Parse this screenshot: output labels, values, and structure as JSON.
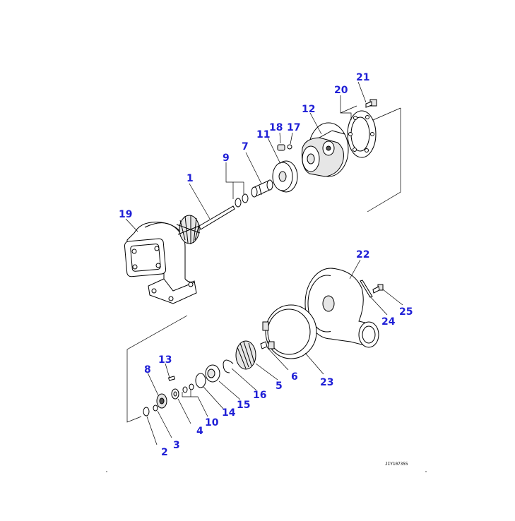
{
  "diagram": {
    "callout_color": "#1f1fd6",
    "line_color": "#000000",
    "drawing_code": "JIY107355",
    "callouts": [
      {
        "id": "1",
        "text": "1"
      },
      {
        "id": "2",
        "text": "2"
      },
      {
        "id": "3",
        "text": "3"
      },
      {
        "id": "4",
        "text": "4"
      },
      {
        "id": "5",
        "text": "5"
      },
      {
        "id": "6",
        "text": "6"
      },
      {
        "id": "7",
        "text": "7"
      },
      {
        "id": "8",
        "text": "8"
      },
      {
        "id": "9",
        "text": "9"
      },
      {
        "id": "10",
        "text": "10"
      },
      {
        "id": "11",
        "text": "11"
      },
      {
        "id": "12",
        "text": "12"
      },
      {
        "id": "13",
        "text": "13"
      },
      {
        "id": "14",
        "text": "14"
      },
      {
        "id": "15",
        "text": "15"
      },
      {
        "id": "16",
        "text": "16"
      },
      {
        "id": "17",
        "text": "17"
      },
      {
        "id": "18",
        "text": "18"
      },
      {
        "id": "19",
        "text": "19"
      },
      {
        "id": "20",
        "text": "20"
      },
      {
        "id": "21",
        "text": "21"
      },
      {
        "id": "22",
        "text": "22"
      },
      {
        "id": "23",
        "text": "23"
      },
      {
        "id": "24",
        "text": "24"
      },
      {
        "id": "25",
        "text": "25"
      }
    ]
  }
}
